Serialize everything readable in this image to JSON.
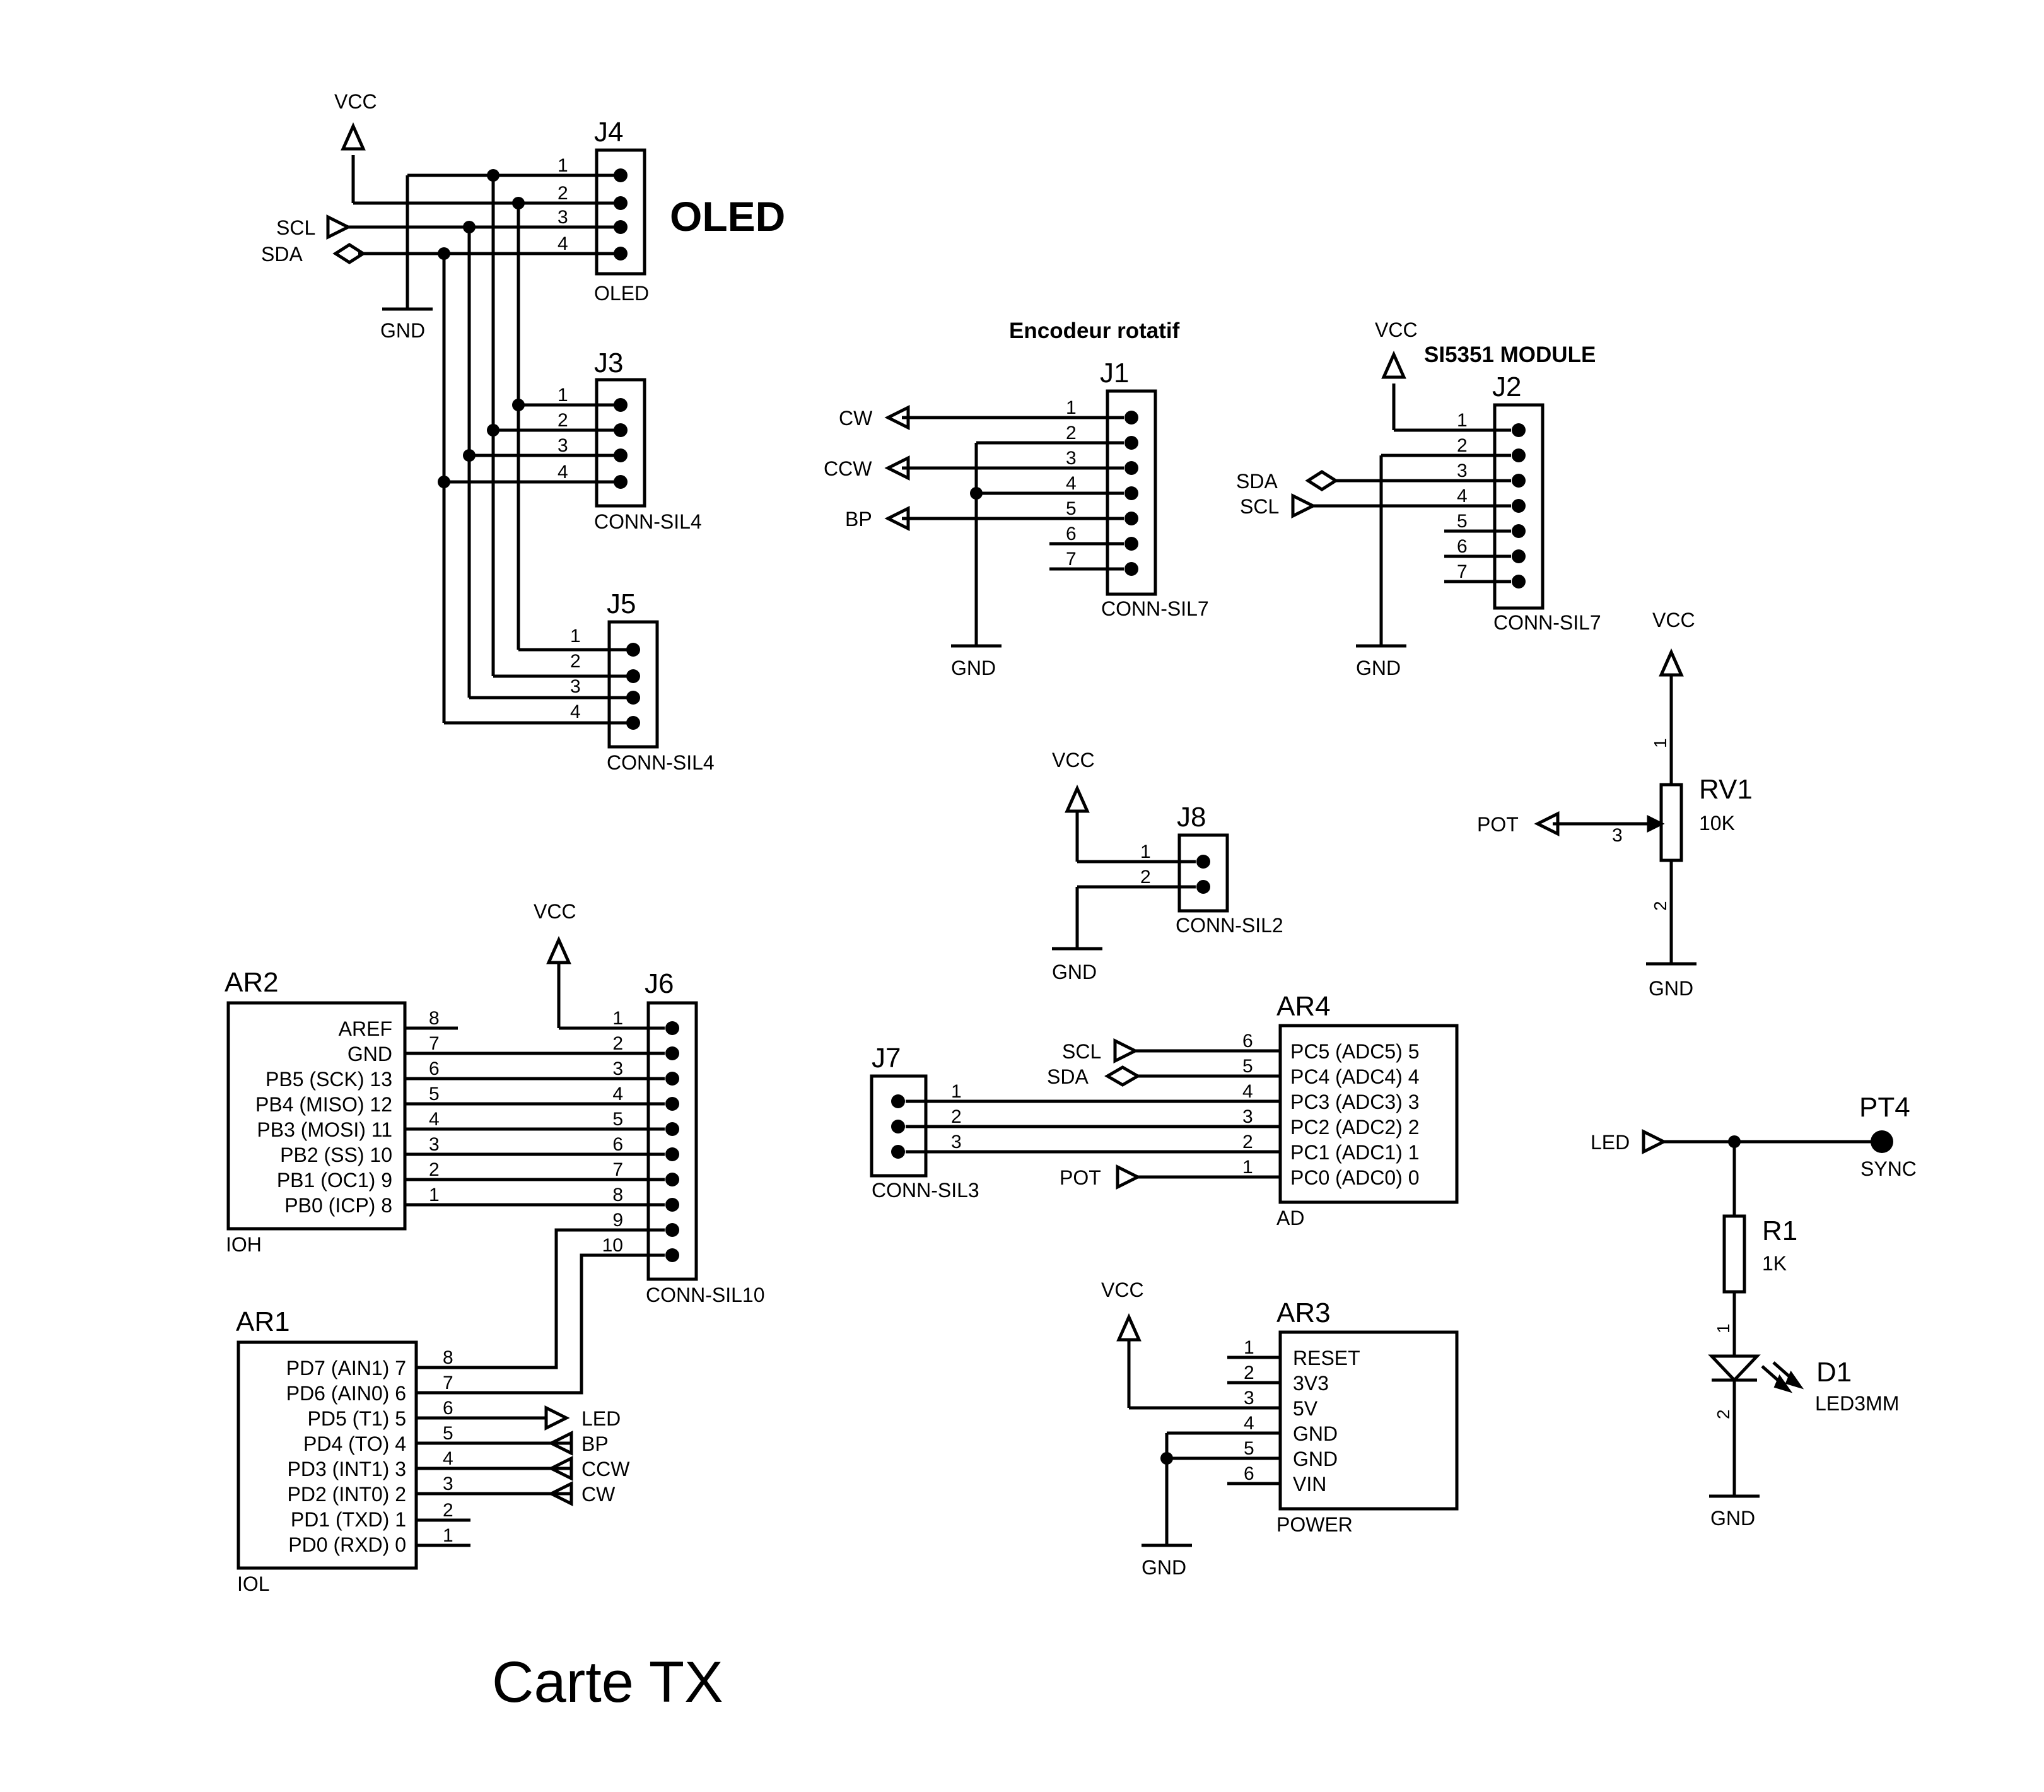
{
  "title": "Carte TX",
  "headings": {
    "oled": "OLED",
    "encoder": "Encodeur rotatif",
    "si5351": "SI5351 MODULE"
  },
  "power": {
    "vcc": "VCC",
    "gnd": "GND"
  },
  "signals": {
    "scl": "SCL",
    "sda": "SDA",
    "cw": "CW",
    "ccw": "CCW",
    "bp": "BP",
    "pot": "POT",
    "led": "LED"
  },
  "J4": {
    "ref": "J4",
    "value": "OLED",
    "pins": [
      "1",
      "2",
      "3",
      "4"
    ]
  },
  "J3": {
    "ref": "J3",
    "value": "CONN-SIL4",
    "pins": [
      "1",
      "2",
      "3",
      "4"
    ]
  },
  "J5": {
    "ref": "J5",
    "value": "CONN-SIL4",
    "pins": [
      "1",
      "2",
      "3",
      "4"
    ]
  },
  "J1": {
    "ref": "J1",
    "value": "CONN-SIL7",
    "pins": [
      "1",
      "2",
      "3",
      "4",
      "5",
      "6",
      "7"
    ]
  },
  "J2": {
    "ref": "J2",
    "value": "CONN-SIL7",
    "pins": [
      "1",
      "2",
      "3",
      "4",
      "5",
      "6",
      "7"
    ]
  },
  "J8": {
    "ref": "J8",
    "value": "CONN-SIL2",
    "pins": [
      "1",
      "2"
    ]
  },
  "J7": {
    "ref": "J7",
    "value": "CONN-SIL3",
    "pins": [
      "1",
      "2",
      "3"
    ]
  },
  "J6": {
    "ref": "J6",
    "value": "CONN-SIL10",
    "pins": [
      "1",
      "2",
      "3",
      "4",
      "5",
      "6",
      "7",
      "8",
      "9",
      "10"
    ]
  },
  "RV1": {
    "ref": "RV1",
    "value": "10K",
    "pins": [
      "1",
      "3",
      "2"
    ]
  },
  "R1": {
    "ref": "R1",
    "value": "1K"
  },
  "D1": {
    "ref": "D1",
    "value": "LED3MM",
    "pins": [
      "1",
      "2"
    ]
  },
  "PT4": {
    "ref": "PT4",
    "value": "SYNC"
  },
  "AR2": {
    "ref": "AR2",
    "value": "IOH",
    "pins": [
      {
        "name": "AREF",
        "num": "8"
      },
      {
        "name": "GND",
        "num": "7"
      },
      {
        "name": "PB5 (SCK)  13",
        "num": "6"
      },
      {
        "name": "PB4 (MISO)  12",
        "num": "5"
      },
      {
        "name": "PB3 (MOSI)  11",
        "num": "4"
      },
      {
        "name": "PB2 (SS)  10",
        "num": "3"
      },
      {
        "name": "PB1 (OC1) 9",
        "num": "2"
      },
      {
        "name": "PB0 (ICP) 8",
        "num": "1"
      }
    ]
  },
  "AR1": {
    "ref": "AR1",
    "value": "IOL",
    "pins": [
      {
        "name": "PD7 (AIN1) 7",
        "num": "8"
      },
      {
        "name": "PD6 (AIN0) 6",
        "num": "7"
      },
      {
        "name": "PD5 (T1) 5",
        "num": "6"
      },
      {
        "name": "PD4 (TO) 4",
        "num": "5"
      },
      {
        "name": "PD3 (INT1) 3",
        "num": "4"
      },
      {
        "name": "PD2 (INT0) 2",
        "num": "3"
      },
      {
        "name": "PD1 (TXD) 1",
        "num": "2"
      },
      {
        "name": "PD0 (RXD) 0",
        "num": "1"
      }
    ]
  },
  "AR4": {
    "ref": "AR4",
    "value": "AD",
    "pins": [
      {
        "name": "PC5 (ADC5) 5",
        "num": "6"
      },
      {
        "name": "PC4 (ADC4) 4",
        "num": "5"
      },
      {
        "name": "PC3 (ADC3) 3",
        "num": "4"
      },
      {
        "name": "PC2 (ADC2) 2",
        "num": "3"
      },
      {
        "name": "PC1 (ADC1) 1",
        "num": "2"
      },
      {
        "name": "PC0 (ADC0) 0",
        "num": "1"
      }
    ]
  },
  "AR3": {
    "ref": "AR3",
    "value": "POWER",
    "pins": [
      {
        "name": "RESET",
        "num": "1"
      },
      {
        "name": "3V3",
        "num": "2"
      },
      {
        "name": "5V",
        "num": "3"
      },
      {
        "name": "GND",
        "num": "4"
      },
      {
        "name": "GND",
        "num": "5"
      },
      {
        "name": "VIN",
        "num": "6"
      }
    ]
  }
}
